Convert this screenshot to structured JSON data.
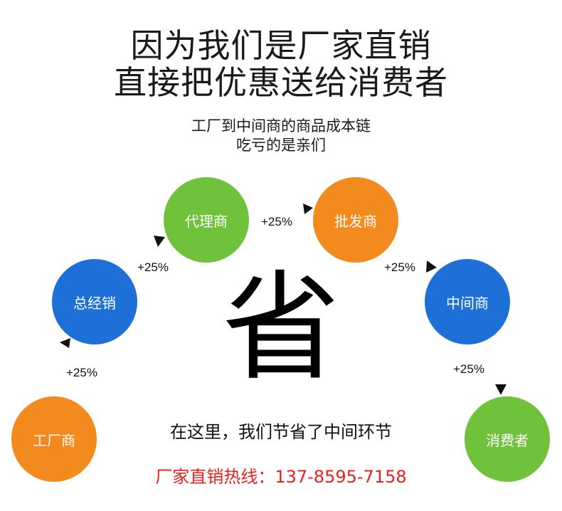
{
  "header": {
    "line1": "因为我们是厂家直销",
    "line2": "直接把优惠送给消费者"
  },
  "subtitle": {
    "line1": "工厂到中间商的商品成本链",
    "line2": "吃亏的是亲们"
  },
  "center_char": "省",
  "nodes": [
    {
      "label": "工厂商",
      "color": "#f28a1e"
    },
    {
      "label": "总经销",
      "color": "#1f6fd9"
    },
    {
      "label": "代理商",
      "color": "#6fc23a"
    },
    {
      "label": "批发商",
      "color": "#f28a1e"
    },
    {
      "label": "中间商",
      "color": "#1f6fd9"
    },
    {
      "label": "消费者",
      "color": "#6fc23a"
    }
  ],
  "markups": [
    "+25%",
    "+25%",
    "+25%",
    "+25%",
    "+25%"
  ],
  "tagline": "在这里，我们节省了中间环节",
  "hotline": "厂家直销热线：137-8595-7158",
  "colors": {
    "accent_red": "#e8221b",
    "orange": "#f28a1e",
    "blue": "#1f6fd9",
    "green": "#6fc23a"
  }
}
